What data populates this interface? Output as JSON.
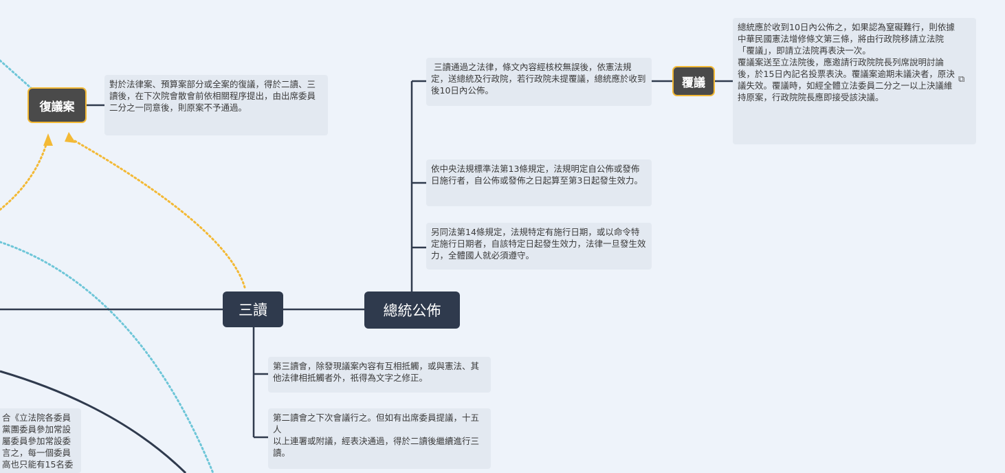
{
  "nodes": {
    "third_reading": "三讀",
    "president_promulgation": "總統公佈",
    "reconsideration_bill": "復議案",
    "veto_override": "覆議"
  },
  "notes": {
    "reconsideration": "對於法律案、預算案部分或全案的復議，得於二讀、三讀後，在下次院會散會前依相關程序提出，由出席委員二分之一同意後，則原案不予通過。",
    "promulgation_1": " 三讀通過之法律，條文內容經核校無誤後，依憲法規定，送總統及行政院，若行政院未提覆議，總統應於收到後10日內公佈。",
    "promulgation_2": "依中央法規標準法第13條規定，法規明定自公佈或發佈日施行者，自公佈或發佈之日起算至第3日起發生效力。",
    "promulgation_3": "另同法第14條規定，法規特定有施行日期，或以命令特定施行日期者，自該特定日起發生效力，法律一旦發生效力，全體國人就必須遵守。",
    "veto_override": "總統應於收到10日內公佈之，如果認為窒礙難行，則依據中華民國憲法增修條文第三條，將由行政院移請立法院「覆議」，即請立法院再表決一次。\n覆議案送至立法院後，應邀請行政院院長列席說明討論後，於15日內記名投票表決。覆議案逾期未議決者，原決議失效。覆議時，如經全體立法委員二分之一以上決議維持原案，行政院院長應即接受該決議。",
    "third_reading_1": "第三讀會，除發現議案內容有互相抵觸，或與憲法、其他法律相抵觸者外，祇得為文字之修正。",
    "third_reading_2": "第二讀會之下次會議行之。但如有出席委員提議，十五人\n以上連署或附議，經表決通過，得於二讀後繼續進行三讀。",
    "left_partial": "合《立法院各委員\n黨團委員參加常設\n屬委員參加常設委\n言之，每一個委員\n高也只能有15名委"
  },
  "icons": {
    "link": "link-icon"
  },
  "colors": {
    "background": "#eef3fa",
    "dark_node": "#2f3a4d",
    "gold_border": "#f3b935",
    "dashed_teal": "#6ec6d8",
    "dashed_gold": "#f3b935",
    "connector": "#2f3a4d"
  }
}
